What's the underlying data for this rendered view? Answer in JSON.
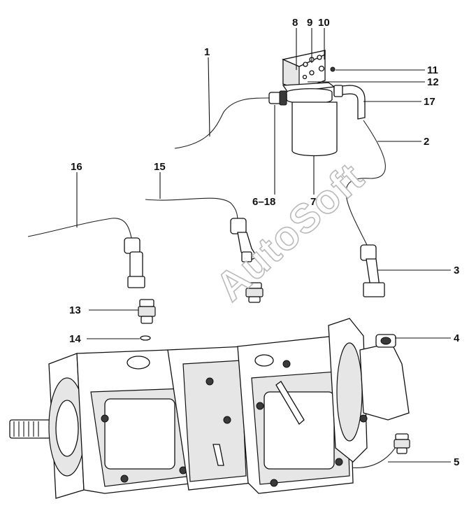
{
  "callouts": {
    "c1": "1",
    "c2": "2",
    "c3": "3",
    "c4": "4",
    "c5": "5",
    "c6_18": "6–18",
    "c7": "7",
    "c8": "8",
    "c9": "9",
    "c10": "10",
    "c11": "11",
    "c12": "12",
    "c13": "13",
    "c14": "14",
    "c15": "15",
    "c16": "16",
    "c17": "17"
  },
  "watermark": "AutoSoft"
}
